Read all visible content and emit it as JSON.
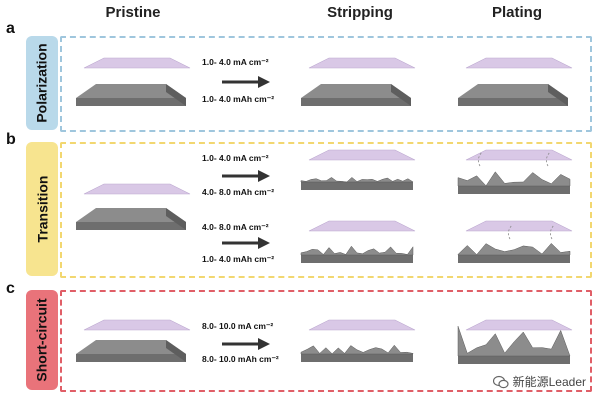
{
  "columns": {
    "pristine": "Pristine",
    "stripping": "Stripping",
    "plating": "Plating"
  },
  "panels": [
    {
      "letter": "a",
      "tab_label": "Polarization",
      "tab_color": "#b9d9ea",
      "border_color": "#9fc6dd",
      "conditions": [
        {
          "current": "1.0- 4.0 mA cm⁻²",
          "capacity": "1.0- 4.0 mAh cm⁻²"
        }
      ]
    },
    {
      "letter": "b",
      "tab_label": "Transition",
      "tab_color": "#f7e48f",
      "border_color": "#f2d770",
      "conditions": [
        {
          "current": "1.0- 4.0 mA cm⁻²",
          "capacity": "4.0- 8.0 mAh cm⁻²"
        },
        {
          "current": "4.0- 8.0 mA cm⁻²",
          "capacity": "1.0- 4.0 mAh cm⁻²"
        }
      ]
    },
    {
      "letter": "c",
      "tab_label": "Short-circuit",
      "tab_color": "#e9737a",
      "border_color": "#e05e67",
      "conditions": [
        {
          "current": "8.0- 10.0 mA cm⁻²",
          "capacity": "8.0- 10.0 mAh cm⁻²"
        }
      ]
    }
  ],
  "colors": {
    "electrode_top": "#8c8c8c",
    "electrode_front": "#6e6e6e",
    "electrode_side": "#5e5e5e",
    "separator": "#d9c8e6",
    "separator_edge": "#bca8cf"
  },
  "watermark": "新能源Leader"
}
